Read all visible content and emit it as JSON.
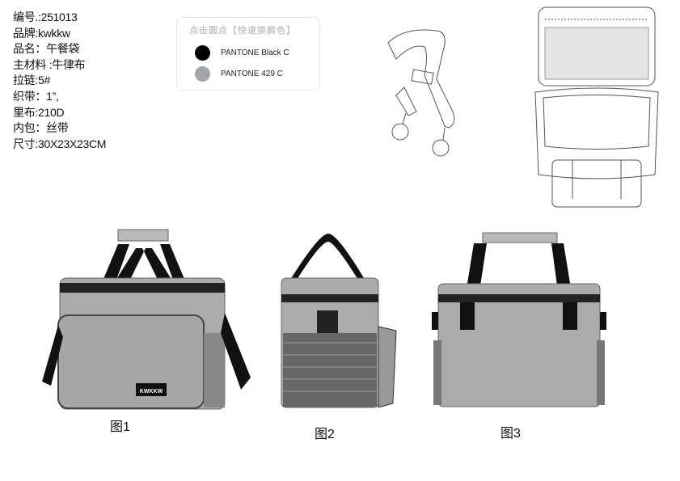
{
  "specs": [
    "编号.:251013",
    "品牌:kwkkw",
    "品名：午餐袋",
    "主材料 :牛律布",
    "拉链:5#",
    "织带：1”,",
    "里布:210D",
    "内包：丝带",
    "尺寸:30X23X23CM"
  ],
  "swatches": {
    "title": "点击圆点【快速换颜色】",
    "items": [
      {
        "label": "PANTONE Black C",
        "color": "#000000"
      },
      {
        "label": "PANTONE 429 C",
        "color": "#a2a7ab"
      }
    ]
  },
  "brand_label": "KWKKW",
  "captions": [
    "图1",
    "图2",
    "图3"
  ]
}
